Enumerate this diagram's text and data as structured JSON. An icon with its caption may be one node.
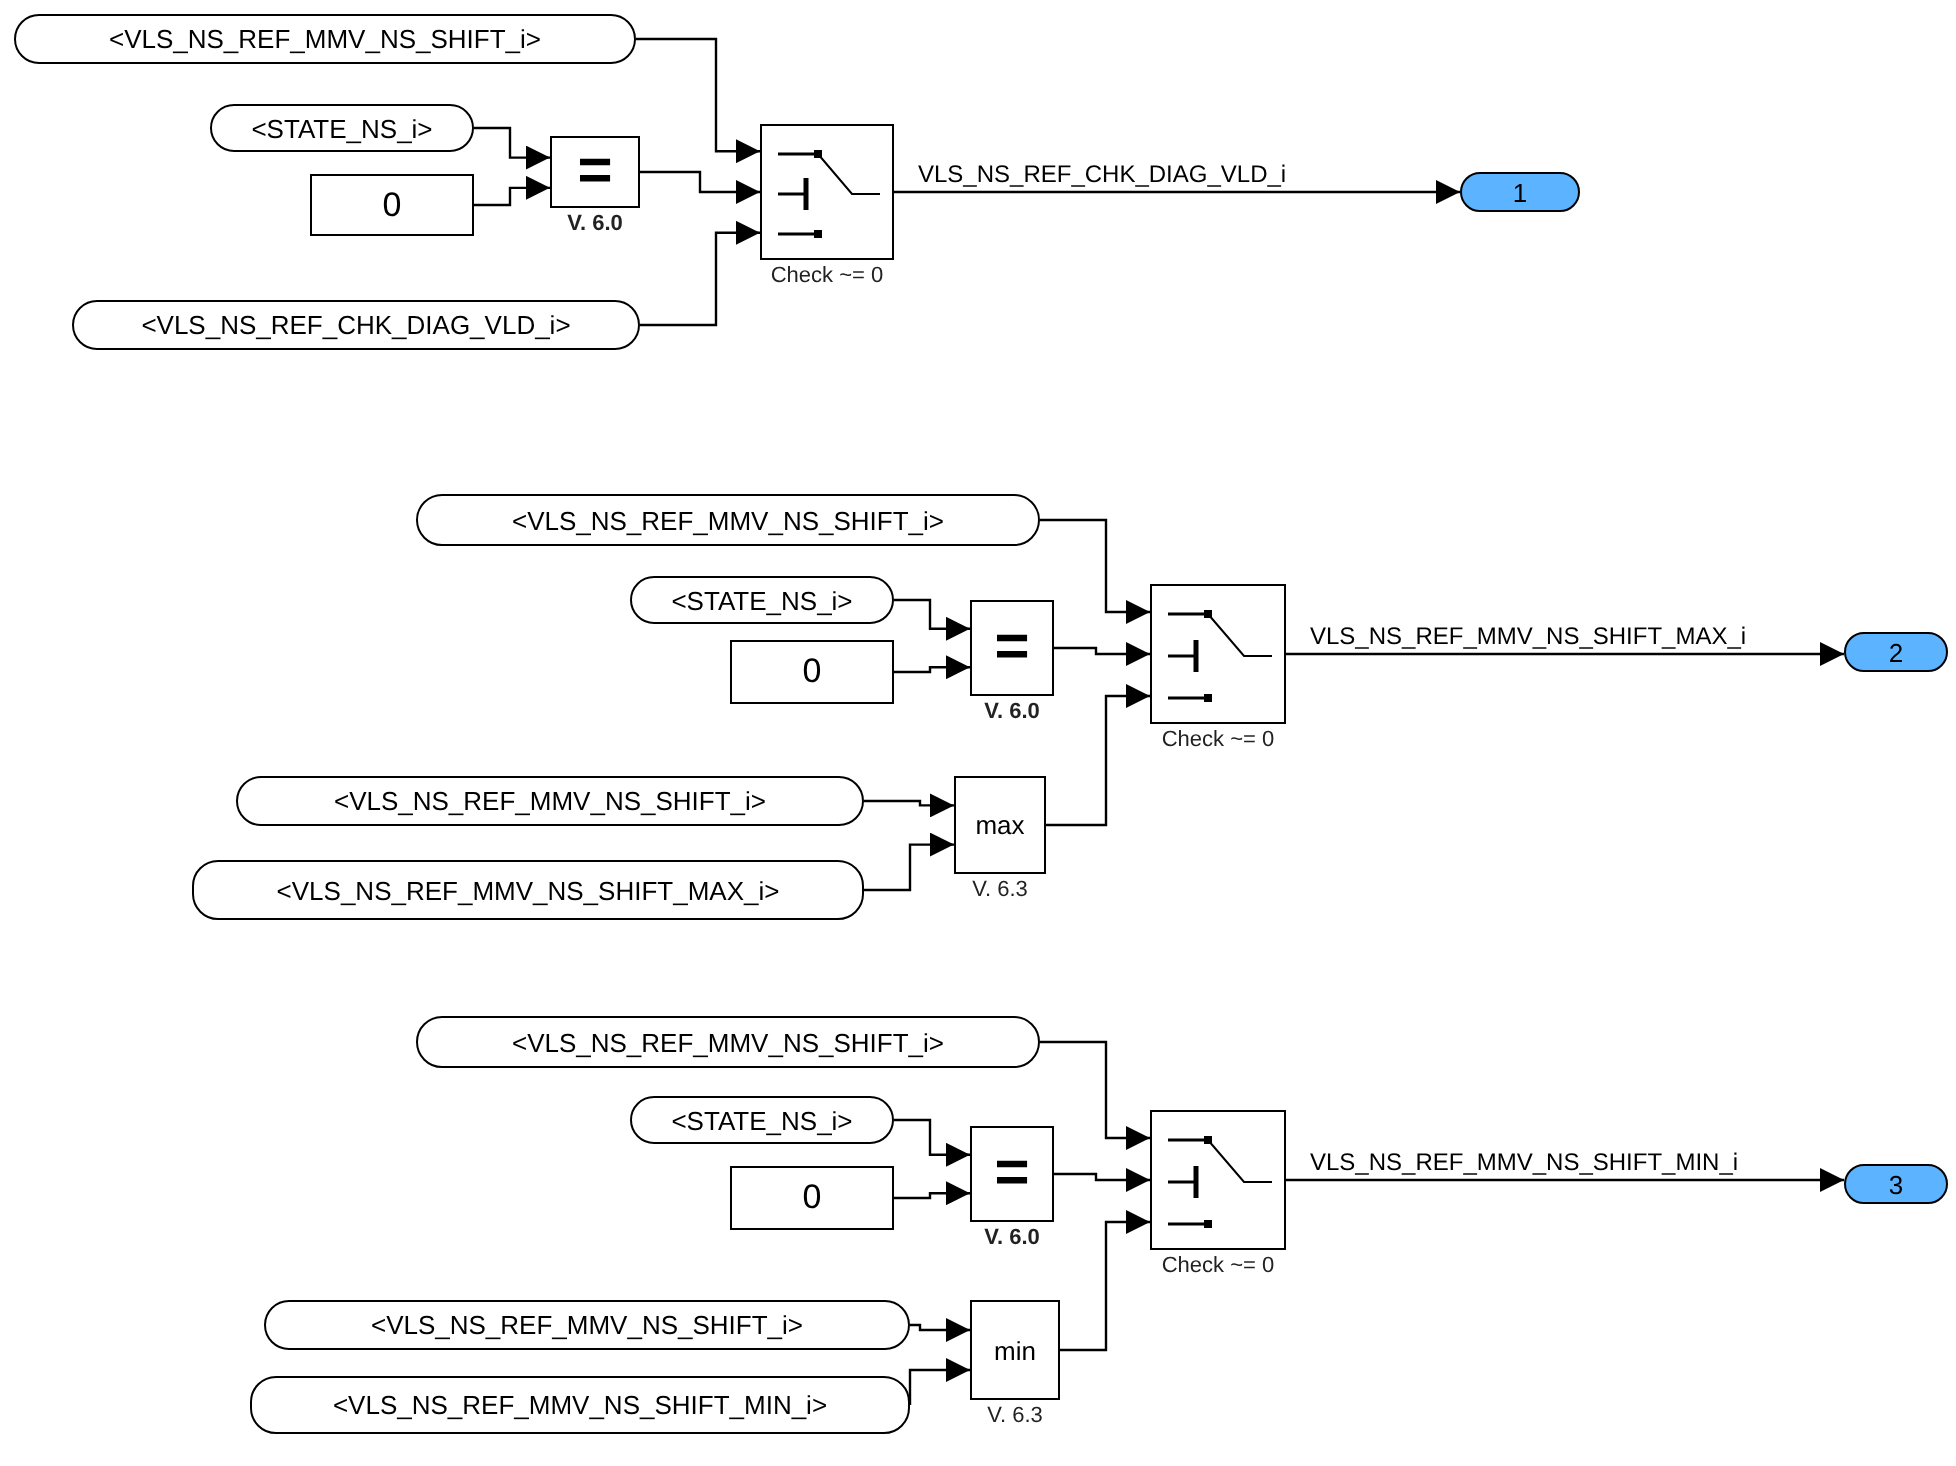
{
  "diagram": {
    "nodes": [
      {
        "text": [
          "<VLS_NS_REF_MMV_NS_SHIFT_i>"
        ]
      },
      {
        "text": [
          "<STATE_NS_i>"
        ]
      },
      {
        "text": [
          "0"
        ]
      },
      {
        "text": [
          "="
        ],
        "beside": [
          "V. 6.0"
        ]
      },
      {
        "text": [
          "<VLS_NS_REF_CHK_DIAG_VLD_i>"
        ]
      },
      {
        "text": [],
        "shape": "box",
        "beside": [
          "Check ~= 0"
        ]
      },
      {
        "text": [
          "1"
        ]
      },
      {
        "text": [
          "<VLS_NS_REF_MMV_NS_SHIFT_i>"
        ]
      },
      {
        "text": [
          "<STATE_NS_i>"
        ]
      },
      {
        "text": [
          "0"
        ]
      },
      {
        "text": [
          "="
        ],
        "beside": [
          "V. 6.0"
        ]
      },
      {
        "text": [
          "<VLS_NS_REF_MMV_NS_SHIFT_i>"
        ]
      },
      {
        "text": [
          "<VLS_NS_REF_MMV_NS_SHIFT_MAX_i>"
        ]
      },
      {
        "text": [
          "max"
        ],
        "beside": [
          "V. 6.3"
        ]
      },
      {
        "text": [],
        "shape": "box",
        "beside": [
          "Check ~= 0"
        ]
      },
      {
        "text": [
          "2"
        ]
      },
      {
        "text": [
          "<VLS_NS_REF_MMV_NS_SHIFT_i>"
        ]
      },
      {
        "text": [
          "<STATE_NS_i>"
        ]
      },
      {
        "text": [
          "0"
        ]
      },
      {
        "text": [
          "="
        ],
        "beside": [
          "V. 6.0"
        ]
      },
      {
        "text": [
          "<VLS_NS_REF_MMV_NS_SHIFT_i>"
        ]
      },
      {
        "text": [
          "<VLS_NS_REF_MMV_NS_SHIFT_MIN_i>"
        ]
      },
      {
        "text": [
          "min"
        ],
        "beside": [
          "V. 6.3"
        ]
      },
      {
        "text": [],
        "shape": "box",
        "beside": [
          "Check ~= 0"
        ]
      },
      {
        "text": [
          "3"
        ]
      }
    ],
    "edges": [
      {
        "from": 0,
        "to": 5,
        "arrow": "to"
      },
      {
        "from": 1,
        "to": 3,
        "arrow": "to"
      },
      {
        "from": 2,
        "to": 3,
        "arrow": "to"
      },
      {
        "from": 3,
        "to": 5,
        "arrow": "to"
      },
      {
        "from": 4,
        "to": 5,
        "arrow": "to"
      },
      {
        "from": 5,
        "to": 6,
        "arrow": "to",
        "label": "VLS_NS_REF_CHK_DIAG_VLD_i"
      },
      {
        "from": 7,
        "to": 14,
        "arrow": "to"
      },
      {
        "from": 8,
        "to": 10,
        "arrow": "to"
      },
      {
        "from": 9,
        "to": 10,
        "arrow": "to"
      },
      {
        "from": 10,
        "to": 14,
        "arrow": "to"
      },
      {
        "from": 11,
        "to": 13,
        "arrow": "to"
      },
      {
        "from": 12,
        "to": 13,
        "arrow": "to"
      },
      {
        "from": 13,
        "to": 14,
        "arrow": "to"
      },
      {
        "from": 14,
        "to": 15,
        "arrow": "to",
        "label": "VLS_NS_REF_MMV_NS_SHIFT_MAX_i"
      },
      {
        "from": 16,
        "to": 23,
        "arrow": "to"
      },
      {
        "from": 17,
        "to": 19,
        "arrow": "to"
      },
      {
        "from": 18,
        "to": 19,
        "arrow": "to"
      },
      {
        "from": 19,
        "to": 23,
        "arrow": "to"
      },
      {
        "from": 20,
        "to": 22,
        "arrow": "to"
      },
      {
        "from": 21,
        "to": 22,
        "arrow": "to"
      },
      {
        "from": 22,
        "to": 23,
        "arrow": "to"
      },
      {
        "from": 23,
        "to": 24,
        "arrow": "to",
        "label": "VLS_NS_REF_MMV_NS_SHIFT_MIN_i"
      }
    ]
  }
}
